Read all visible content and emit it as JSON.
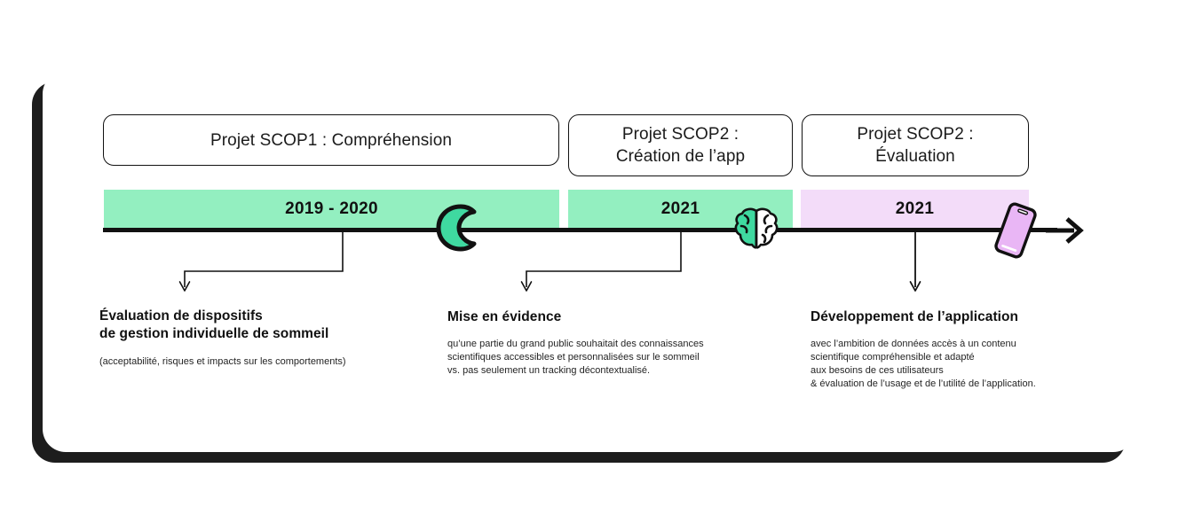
{
  "card": {
    "background": "#ffffff",
    "shadow_color": "#1d1d1d"
  },
  "colors": {
    "green_bar": "#93efc0",
    "purple_bar": "#f3dcf9",
    "icon_green": "#3fd9a0",
    "icon_purple": "#e9b6f5",
    "outline": "#111111",
    "text": "#1b1b1b"
  },
  "phases": [
    {
      "title": "Projet SCOP1 : Compréhension",
      "title_lines": [
        "Projet SCOP1 : Compréhension"
      ],
      "period": "2019 - 2020",
      "bar_color": "#93efc0",
      "icon": "crescent-moon-icon"
    },
    {
      "title": "Projet SCOP2 : Création de l’app",
      "title_lines": [
        "Projet SCOP2 :",
        "Création de l’app"
      ],
      "period": "2021",
      "bar_color": "#93efc0",
      "icon": "brain-icon"
    },
    {
      "title": "Projet SCOP2 : Évaluation",
      "title_lines": [
        "Projet SCOP2 :",
        "Évaluation"
      ],
      "period": "2021",
      "bar_color": "#f3dcf9",
      "icon": "smartphone-icon"
    }
  ],
  "annotations": [
    {
      "title": "Évaluation de dispositifs\nde gestion individuelle de sommeil",
      "body": "(acceptabilité, risques et impacts sur les comportements)"
    },
    {
      "title": "Mise en évidence",
      "body": "qu’une partie du grand public souhaitait des connaissances\nscientifiques accessibles et personnalisées sur le sommeil\nvs. pas seulement un tracking décontextualisé."
    },
    {
      "title": "Développement de l’application",
      "body": "avec l’ambition de données accès à un contenu\nscientifique compréhensible et adapté\naux besoins de ces utilisateurs\n& évaluation de l’usage et de l’utilité de l’application."
    }
  ],
  "axis": {
    "arrow_direction": "right",
    "arrow_icon": "arrow-right-icon"
  }
}
